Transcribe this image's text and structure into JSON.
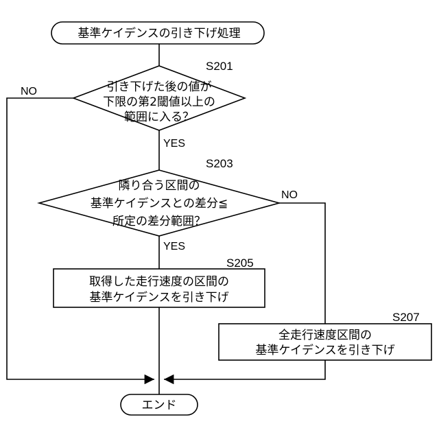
{
  "start": {
    "label": "基準ケイデンスの引き下げ処理"
  },
  "decision1": {
    "step": "S201",
    "lines": [
      "引き下げた後の値が",
      "下限の第2閾値以上の",
      "範囲に入る？"
    ],
    "no_label": "NO",
    "yes_label": "YES"
  },
  "decision2": {
    "step": "S203",
    "lines": [
      "隣り合う区間の",
      "基準ケイデンスとの差分≦",
      "所定の差分範囲？"
    ],
    "no_label": "NO",
    "yes_label": "YES"
  },
  "process1": {
    "step": "S205",
    "lines": [
      "取得した走行速度の区間の",
      "基準ケイデンスを引き下げ"
    ]
  },
  "process2": {
    "step": "S207",
    "lines": [
      "全走行速度区間の",
      "基準ケイデンスを引き下げ"
    ]
  },
  "end": {
    "label": "エンド"
  }
}
